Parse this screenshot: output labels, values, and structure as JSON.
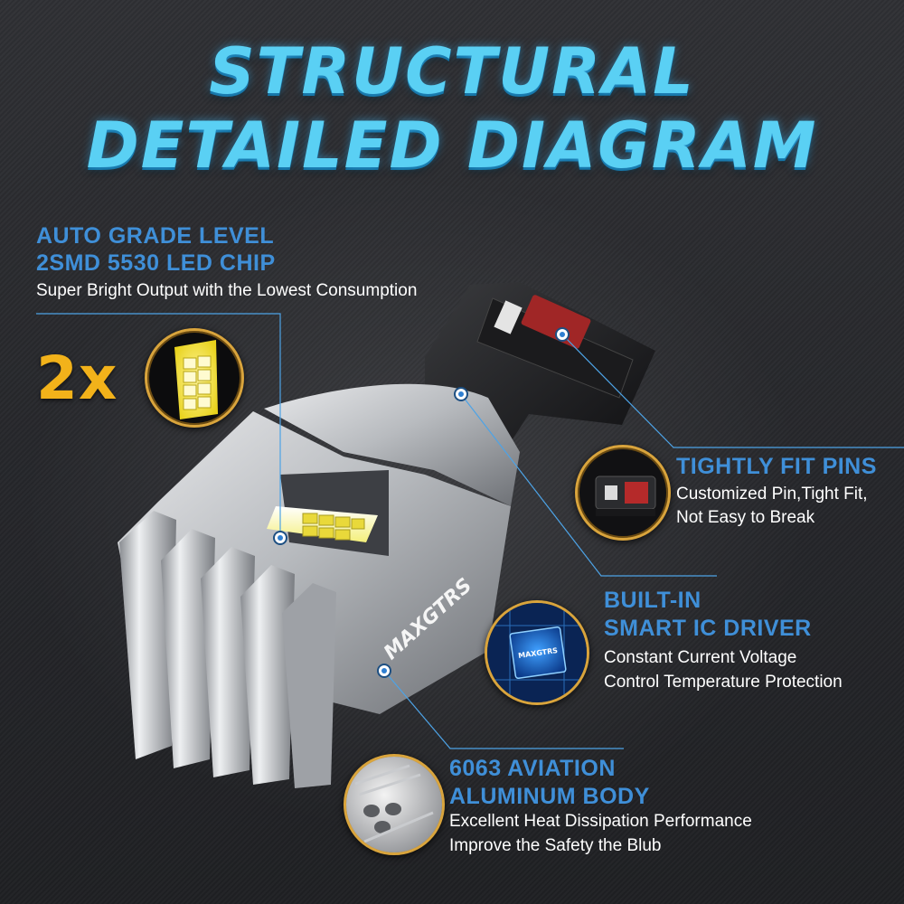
{
  "title": {
    "line1": "STRUCTURAL",
    "line2": "DETAILED DIAGRAM"
  },
  "features": {
    "led_chip": {
      "heading_line1": "AUTO GRADE LEVEL",
      "heading_line2": "2SMD 5530 LED CHIP",
      "description": "Super Bright Output with the Lowest Consumption",
      "multiplier": "2x"
    },
    "pins": {
      "heading": "TIGHTLY FIT PINS",
      "description_line1": "Customized Pin,Tight Fit,",
      "description_line2": "Not Easy to Break"
    },
    "driver": {
      "heading_line1": "BUILT-IN",
      "heading_line2": "SMART IC DRIVER",
      "description_line1": "Constant Current Voltage",
      "description_line2": "Control Temperature Protection",
      "chip_label": "MAXGTRS"
    },
    "body": {
      "heading_line1": "6063 AVIATION",
      "heading_line2": "ALUMINUM BODY",
      "description_line1": "Excellent Heat Dissipation Performance",
      "description_line2": "Improve the Safety the Blub"
    }
  },
  "product": {
    "brand_label": "MAXGTRS"
  },
  "colors": {
    "title": "#5ad0f4",
    "heading": "#3f8fd8",
    "text": "#ffffff",
    "accent_gold": "#f2b21a",
    "leader_line": "#4da3e6"
  }
}
